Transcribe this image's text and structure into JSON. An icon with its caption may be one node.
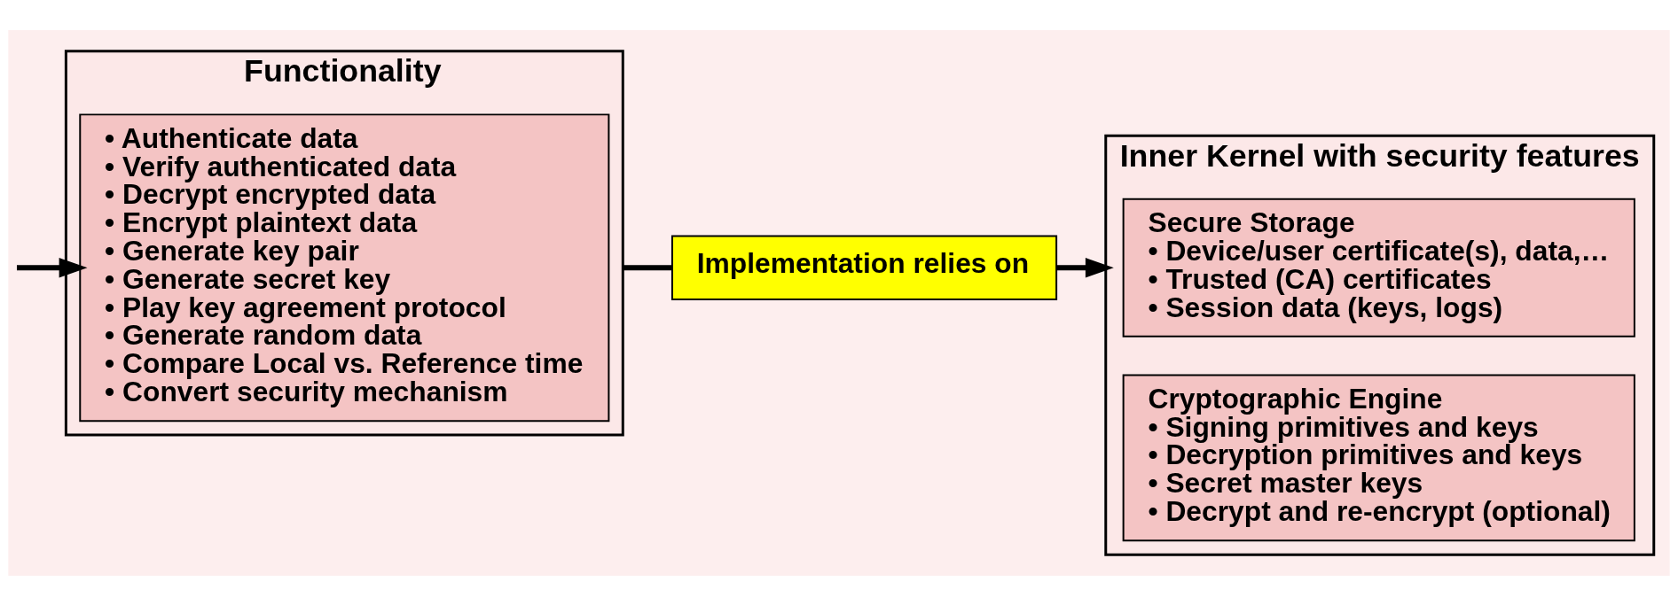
{
  "diagram": {
    "nodes": [
      {
        "text": [
          "Functionality"
        ]
      },
      {
        "text": [
          "• Authenticate data",
          "• Verify authenticated data",
          "• Decrypt encrypted data",
          "• Encrypt plaintext data",
          "• Generate key pair",
          "• Generate secret key",
          "• Play key agreement protocol",
          "• Generate random data",
          "• Compare Local vs. Reference time",
          "• Convert security mechanism"
        ],
        "in": 0
      },
      {
        "text": [
          "Implementation relies on"
        ]
      },
      {
        "text": [
          "Inner Kernel with security features"
        ]
      },
      {
        "text": [
          "Secure Storage",
          "• Device/user certificate(s), data,…",
          "• Trusted (CA) certificates",
          "• Session data (keys, logs)"
        ],
        "in": 3
      },
      {
        "text": [
          "Cryptographic Engine",
          "• Signing primitives and keys",
          "• Decryption primitives and keys",
          "• Secret master keys",
          "• Decrypt and re-encrypt (optional)"
        ],
        "in": 3
      }
    ],
    "edges": [
      {
        "from": null,
        "to": 1,
        "arrow": "to"
      },
      {
        "from": 0,
        "to": 2,
        "arrow": "none"
      },
      {
        "from": 2,
        "to": 3,
        "arrow": "to"
      }
    ]
  }
}
